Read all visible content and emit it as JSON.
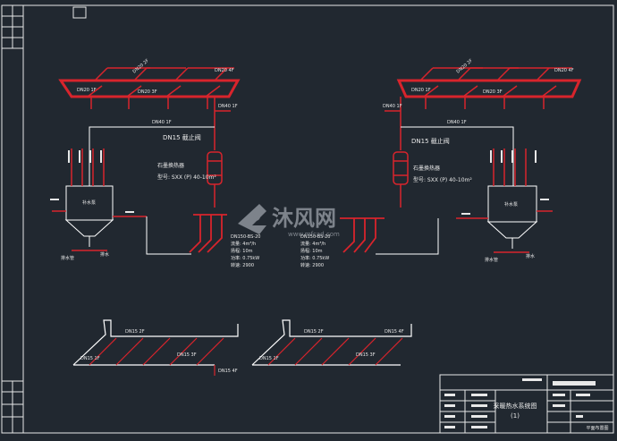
{
  "drawing": {
    "background": "#212830",
    "frame_color": "#e8e8e8",
    "pipe_color": "#d8242c",
    "line_color": "#ffffff",
    "label_color": "#e8e8e8",
    "left_system": {
      "valve_label": "DN15 截止阀",
      "rack_labels": [
        "DN20 1F",
        "DN20 2F",
        "DN20 3F",
        "DN20 4F"
      ],
      "pump_label": "补水泵",
      "heater_title": "石墨换热器",
      "heater_spec": "型号: SXX (P) 40-10m²",
      "supply_label": "DN40 1F",
      "notes": [
        "DN150-BS-20",
        "流量: 4m³/h",
        "扬程: 10m",
        "功率: 0.75kW",
        "转速: 2900"
      ],
      "drain_labels": [
        "排水管",
        "排水"
      ]
    },
    "right_system": {
      "valve_label": "DN15 截止阀",
      "rack_labels": [
        "DN20 1F",
        "DN20 2F",
        "DN20 3F",
        "DN20 4F"
      ],
      "pump_label": "补水泵",
      "heater_title": "石墨换热器",
      "heater_spec": "型号: SXX (P) 40-10m²",
      "supply_label": "DN40 1F",
      "notes": [
        "DN150-BS-20",
        "流量: 4m³/h",
        "扬程: 10m",
        "功率: 0.75kW",
        "转速: 2900"
      ],
      "drain_labels": [
        "排水管",
        "排水"
      ]
    },
    "bottom_left_labels": [
      "DN15 1F",
      "DN15 2F",
      "DN15 3F",
      "DN15 4F"
    ],
    "bottom_right_labels": [
      "DN15 1F",
      "DN15 2F",
      "DN15 3F",
      "DN15 4F"
    ],
    "title_block": {
      "drawing_title": "采暖热水系统图",
      "sheet_no": "(1)"
    },
    "watermark": {
      "brand": "沐风网",
      "url": "www.mfcad.com"
    },
    "corner_label": "平面布置图"
  }
}
